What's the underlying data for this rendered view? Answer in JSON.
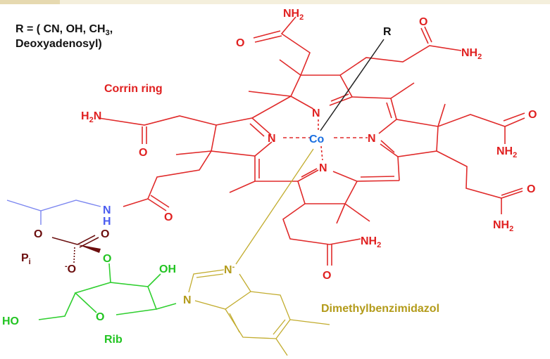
{
  "legend": {
    "line1": "R = ( CN, OH, CH",
    "line1_sub": "3",
    "line1_end": ",",
    "line2": "Deoxyadenosyl)"
  },
  "labels": {
    "corrin": "Corrin ring",
    "dmb": "Dimethylbenzimidazol",
    "rib": "Rib",
    "pi": "P",
    "pi_sub": "i",
    "r": "R",
    "co": "Co"
  },
  "atoms": {
    "N": "N",
    "O": "O",
    "NH2": "NH",
    "H2N": "H",
    "sub2": "2",
    "H2N_end": "N",
    "NH": "N",
    "H": "H",
    "OH": "OH",
    "HO": "HO",
    "Nminus": "N",
    "minus": "-"
  },
  "colors": {
    "corrin": "#e02020",
    "aminopropanol": "#7b86f0",
    "ribose": "#22c422",
    "dmb": "#b39b1a",
    "phosphate": "#6b0d0d",
    "cobalt": "#1a6fe0"
  }
}
